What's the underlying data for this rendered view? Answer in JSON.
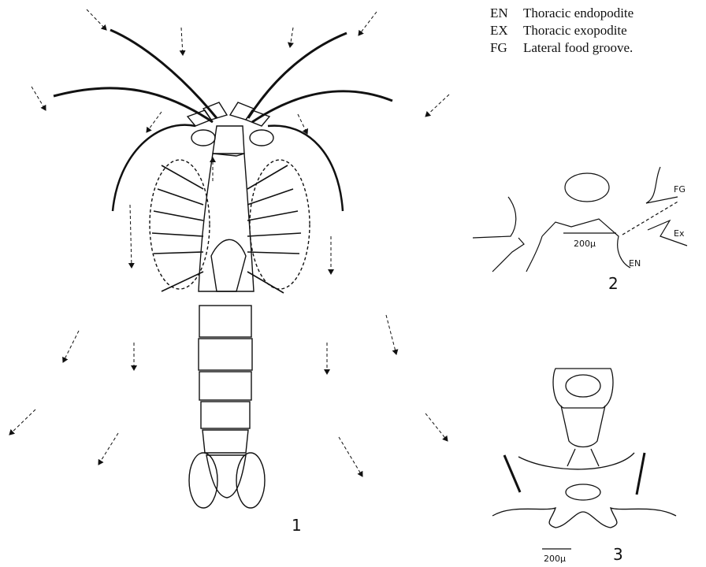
{
  "legend": [
    {
      "code": "EN",
      "label": "Thoracic endopodite"
    },
    {
      "code": "EX",
      "label": "Thoracic exopodite"
    },
    {
      "code": "FG",
      "label": "Lateral food groove."
    }
  ],
  "panels": {
    "p1": "1",
    "p2": "2",
    "p3": "3"
  },
  "annotations": {
    "fg": "FG",
    "ex": "Ex",
    "en": "EN",
    "scale2": "200µ",
    "scale3": "200µ"
  }
}
